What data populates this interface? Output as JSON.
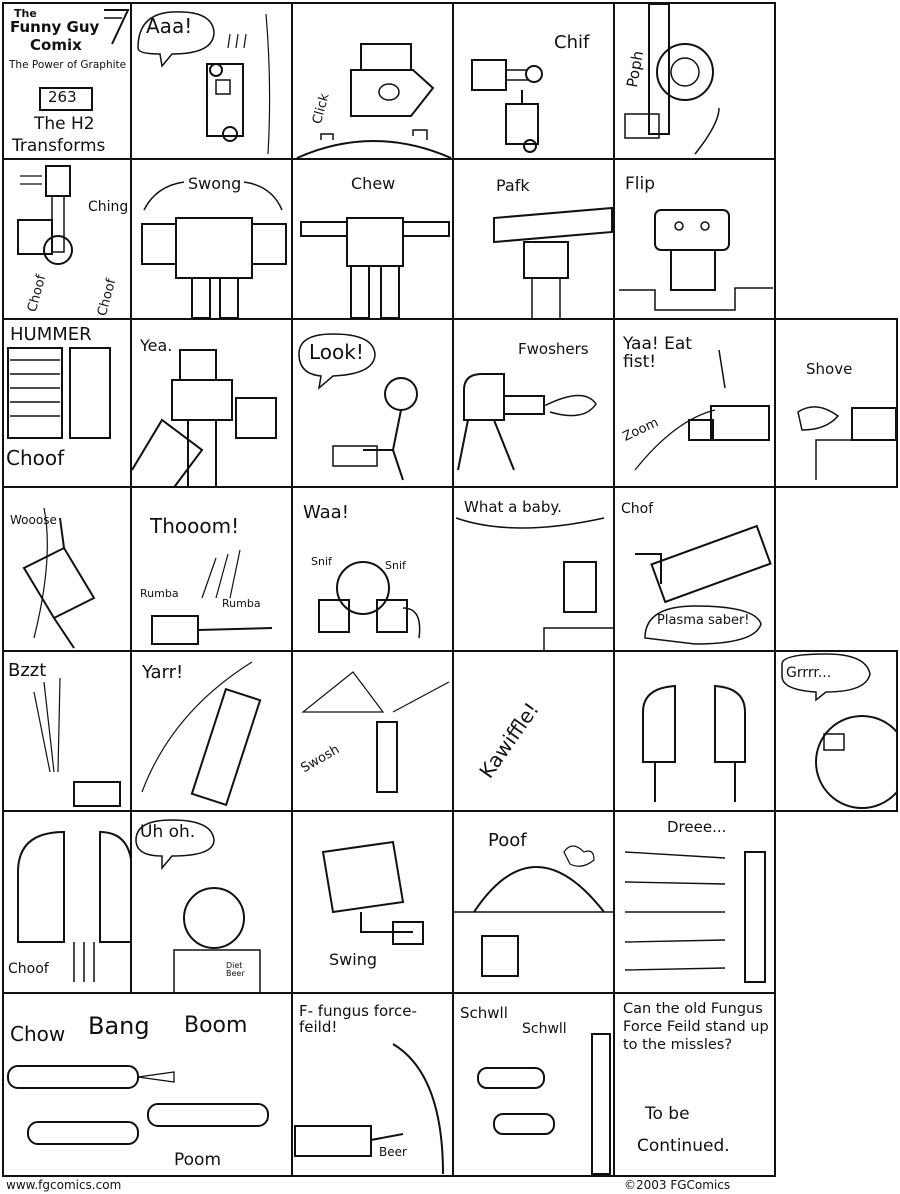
{
  "title_panel": {
    "brand_line1": "The",
    "brand_line2": "Funny Guy",
    "brand_line3": "Comix",
    "subtitle": "The Power of Graphite",
    "issue": "263",
    "episode_title_line1": "The H2",
    "episode_title_line2": "Transforms"
  },
  "sfx": {
    "r1": [
      "Aaa!",
      "Click",
      "Chif",
      "Poph"
    ],
    "r2": [
      "Ching",
      "Choof",
      "Choof",
      "Swong",
      "Chew",
      "Pafk",
      "Flip"
    ],
    "r3": [
      "HUMMER",
      "Choof",
      "Yea.",
      "Look!",
      "Fwoshers",
      "Yaa! Eat fist!",
      "Zoom",
      "Shove"
    ],
    "r4": [
      "Wooose",
      "Thooom!",
      "Rumba",
      "Rumba",
      "Waa!",
      "Snif",
      "Snif",
      "What a baby.",
      "Chof",
      "Plasma saber!"
    ],
    "r5": [
      "Bzzt",
      "Yarr!",
      "Swosh",
      "Kawiffle!",
      "Grrrr..."
    ],
    "r6": [
      "Choof",
      "Uh oh.",
      "Swing",
      "Diet Beer",
      "Poof",
      "Dreee..."
    ],
    "r7": [
      "Chow",
      "Bang",
      "Boom",
      "Poom",
      "F- fungus force-feild!",
      "Beer",
      "Schwll",
      "Schwll"
    ]
  },
  "closing": {
    "question": "Can the old Fungus Force Feild stand up to the missles?",
    "to_be": "To be",
    "continued": "Continued."
  },
  "footer": {
    "website": "www.fgcomics.com",
    "copyright": "©2003 FGComics"
  }
}
